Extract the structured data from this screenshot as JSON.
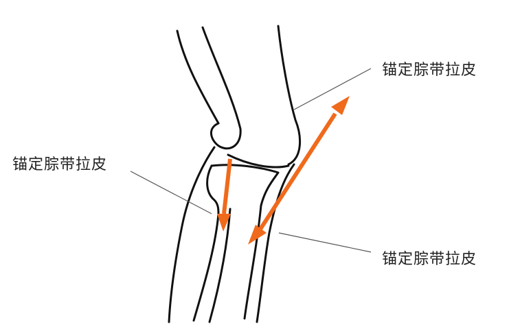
{
  "labels": {
    "top_right": "锚定腙带拉皮",
    "left": "锚定腙带拉皮",
    "bottom_right": "锚定腙带拉皮"
  },
  "colors": {
    "outline": "#111111",
    "arrow": "#f06a1c",
    "leader_line": "#555555",
    "background": "#ffffff"
  }
}
